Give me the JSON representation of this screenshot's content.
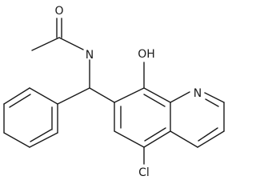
{
  "molecule": {
    "atoms": {
      "acetyl_oxygen": "O",
      "amide_nitrogen": "N",
      "hydroxyl_group": "OH",
      "quinoline_nitrogen": "N",
      "chlorine": "Cl"
    },
    "colors": {
      "bond": "#1a1a1a",
      "text": "#1a1a1a",
      "background": "#ffffff"
    }
  }
}
